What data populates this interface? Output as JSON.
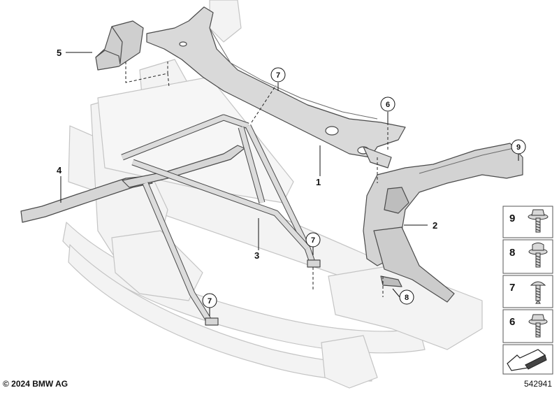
{
  "callouts": [
    {
      "label": "1"
    },
    {
      "label": "2"
    },
    {
      "label": "3"
    },
    {
      "label": "4"
    },
    {
      "label": "5"
    },
    {
      "label": "6"
    },
    {
      "label": "7"
    },
    {
      "label": "7"
    },
    {
      "label": "7"
    },
    {
      "label": "8"
    },
    {
      "label": "9"
    }
  ],
  "legend": [
    {
      "label": "9"
    },
    {
      "label": "8"
    },
    {
      "label": "7"
    },
    {
      "label": "6"
    }
  ],
  "footer": {
    "copyright": "© 2024 BMW AG",
    "diagram_id": "542941"
  },
  "colors": {
    "ghost_fill": "#f2f2f2",
    "ghost_stroke": "#bdbdbd",
    "part_fill": "#d6d6d6",
    "part_stroke": "#4a4a4a",
    "legend_border": "#555555"
  }
}
